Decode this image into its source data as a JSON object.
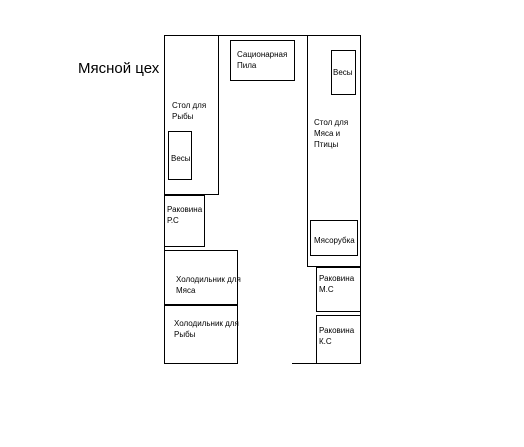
{
  "title": "Мясной цех",
  "fixtures": {
    "fish_table": "Стол для\nРыбы",
    "fish_scale": "Весы",
    "sink_fish": "Раковина\nР.С",
    "fridge_meat": "Холодильник для\nМяса",
    "fridge_fish": "Холодильник для\nРыбы",
    "saw": "Сационарная\nПила",
    "meat_table": "Стол для\nМяса и\nПтицы",
    "meat_scale": "Весы",
    "grinder": "Мясорубка",
    "sink_meat": "Раковина\nМ.С",
    "sink_k": "Раковина\nК.С"
  }
}
